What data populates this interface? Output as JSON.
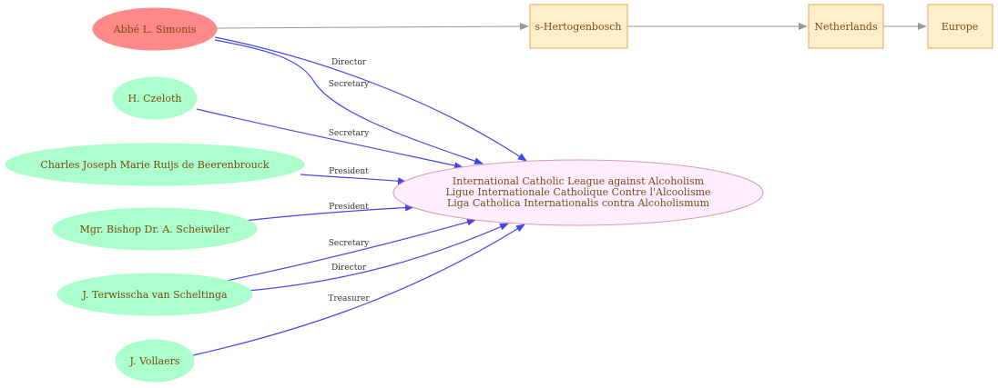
{
  "colors": {
    "person_fill": "#aaffcc",
    "main_person_fill": "#ff8888",
    "org_fill": "#ffeeff",
    "org_stroke": "#dd99aa",
    "place_fill": "#ffeecc",
    "place_stroke": "#ddaa55",
    "role_edge": "#4444ee",
    "place_edge": "#999999",
    "text": "#7a4a12"
  },
  "nodes": {
    "simonis": "Abbé  L. Simonis",
    "czeloth": "H. Czeloth",
    "ruijs": "Charles Joseph Marie Ruijs de Beerenbrouck",
    "scheiwiler": "Mgr. Bishop Dr. A. Scheiwiler",
    "terwisscha": "J. Terwisscha van Scheltinga",
    "vollaers": "J. Vollaers",
    "league": [
      "International Catholic League against Alcoholism",
      "Ligue Internationale Catholique Contre l'Alcoolisme",
      "Liga Catholica Internationalis contra Alcoholismum"
    ],
    "hertogenbosch": "s-Hertogenbosch",
    "netherlands": "Netherlands",
    "europe": "Europe"
  },
  "edges": {
    "simonis_director": "Director",
    "simonis_secretary": "Secretary",
    "czeloth_secretary": "Secretary",
    "ruijs_president": "President",
    "scheiwiler_president": "President",
    "terwisscha_secretary": "Secretary",
    "terwisscha_director": "Director",
    "vollaers_treasurer": "Treasurer"
  }
}
